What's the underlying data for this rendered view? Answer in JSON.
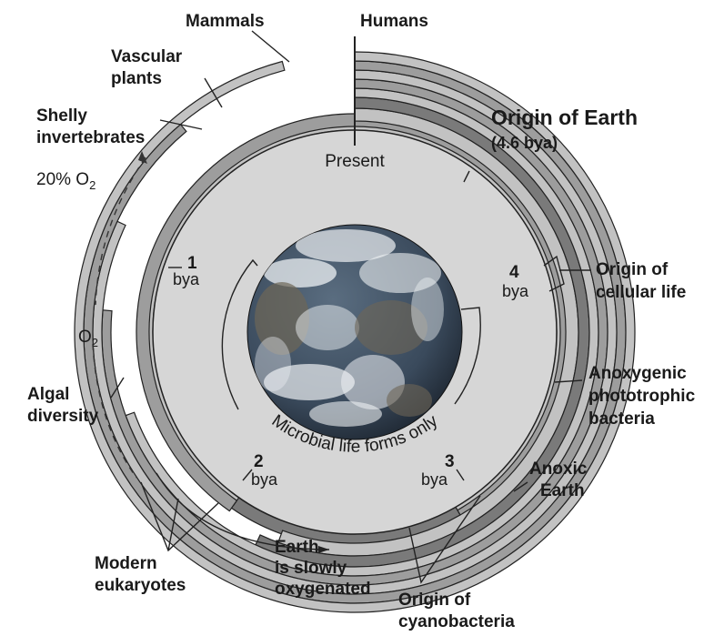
{
  "title": "Origin of Earth",
  "title_sub": "(4.6 bya)",
  "present": "Present",
  "microbial": "Microbial life forms only",
  "ticks": {
    "t1": {
      "num": "1",
      "unit": "bya"
    },
    "t2": {
      "num": "2",
      "unit": "bya"
    },
    "t3": {
      "num": "3",
      "unit": "bya"
    },
    "t4": {
      "num": "4",
      "unit": "bya"
    }
  },
  "o2_20": {
    "text": "20% O",
    "sub": "2"
  },
  "o2": {
    "text": "O",
    "sub": "2"
  },
  "labels": {
    "mammals": "Mammals",
    "humans": "Humans",
    "vascular_1": "Vascular",
    "vascular_2": "plants",
    "shelly_1": "Shelly",
    "shelly_2": "invertebrates",
    "algal_1": "Algal",
    "algal_2": "diversity",
    "modern_1": "Modern",
    "modern_2": "eukaryotes",
    "earth_ox_1": "Earth",
    "earth_ox_2": "is slowly",
    "earth_ox_3": "oxygenated",
    "cyano_1": "Origin of",
    "cyano_2": "cyanobacteria",
    "anoxic_1": "Anoxic",
    "anoxic_2": "Earth",
    "anoxy_1": "Anoxygenic",
    "anoxy_2": "phototrophic",
    "anoxy_3": "bacteria",
    "cell_1": "Origin of",
    "cell_2": "cellular life"
  },
  "colors": {
    "disk": "#d6d6d6",
    "ring_light": "#c2c2c2",
    "ring_mid": "#9d9d9d",
    "ring_dark": "#7a7a7a",
    "ocean": "#3d4f63",
    "land": "#6e6657",
    "cloud": "#eef1f4"
  }
}
